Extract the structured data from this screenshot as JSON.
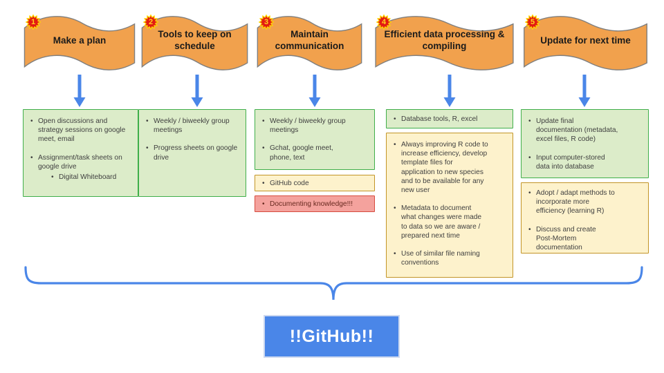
{
  "banners": [
    {
      "badge": "1",
      "title": "Make a plan"
    },
    {
      "badge": "2",
      "title": "Tools to keep on schedule"
    },
    {
      "badge": "3",
      "title": "Maintain communication"
    },
    {
      "badge": "4",
      "title": "Efficient data processing & compiling"
    },
    {
      "badge": "5",
      "title": "Update for next time"
    }
  ],
  "columns": [
    {
      "boxes": [
        {
          "tone": "green",
          "items": [
            {
              "level": 1,
              "text": "Open discussions and\nstrategy sessions on google\nmeet, email"
            },
            {
              "level": 1,
              "text": "Assignment/task sheets on\ngoogle drive"
            },
            {
              "level": 2,
              "text": "Digital Whiteboard"
            }
          ]
        }
      ]
    },
    {
      "boxes": [
        {
          "tone": "green",
          "items": [
            {
              "level": 1,
              "text": "Weekly / biweekly group\nmeetings"
            },
            {
              "level": 1,
              "text": "Progress sheets on google\ndrive"
            }
          ]
        }
      ]
    },
    {
      "boxes": [
        {
          "tone": "green",
          "items": [
            {
              "level": 1,
              "text": "Weekly / biweekly group\nmeetings"
            },
            {
              "level": 1,
              "text": "Gchat, google meet,\nphone, text"
            }
          ]
        },
        {
          "tone": "yellow",
          "items": [
            {
              "level": 1,
              "text": "GitHub code"
            }
          ]
        },
        {
          "tone": "red",
          "items": [
            {
              "level": 1,
              "text": "Documenting knowledge!!!"
            }
          ]
        }
      ]
    },
    {
      "boxes": [
        {
          "tone": "green",
          "items": [
            {
              "level": 1,
              "text": "Database tools, R, excel"
            }
          ]
        },
        {
          "tone": "yellow",
          "items": [
            {
              "level": 1,
              "text": "Always improving R code to\nincrease efficiency, develop\ntemplate files for\napplication to new species\nand to be available for any\nnew user"
            },
            {
              "level": 1,
              "text": "Metadata to document\nwhat changes were made\nto data so we are aware /\nprepared next time"
            },
            {
              "level": 1,
              "text": "Use of similar file naming\nconventions"
            }
          ]
        }
      ]
    },
    {
      "boxes": [
        {
          "tone": "green",
          "items": [
            {
              "level": 1,
              "text": "Update final\ndocumentation (metadata,\nexcel files, R code)"
            },
            {
              "level": 1,
              "text": "Input computer-stored\ndata into database"
            }
          ]
        },
        {
          "tone": "yellow",
          "items": [
            {
              "level": 1,
              "text": "Adopt / adapt methods to\nincorporate more\nefficiency (learning R)"
            },
            {
              "level": 1,
              "text": "Discuss and create\nPost-Mortem\ndocumentation"
            }
          ]
        }
      ]
    }
  ],
  "footer": {
    "github_label": "!!GitHub!!"
  },
  "colors": {
    "banner_fill": "#f1a14d",
    "banner_border": "#7f7f7f",
    "badge_fill": "#e31b12",
    "badge_ring": "#ffd800",
    "arrow": "#4a86e8",
    "brace": "#4a86e8",
    "github_fill": "#4a86e8",
    "green_fill": "#dcecc9",
    "green_border": "#3fae49",
    "yellow_fill": "#fdf2cc",
    "yellow_border": "#c29426",
    "red_fill": "#f4a29d",
    "red_border": "#d6493c"
  }
}
